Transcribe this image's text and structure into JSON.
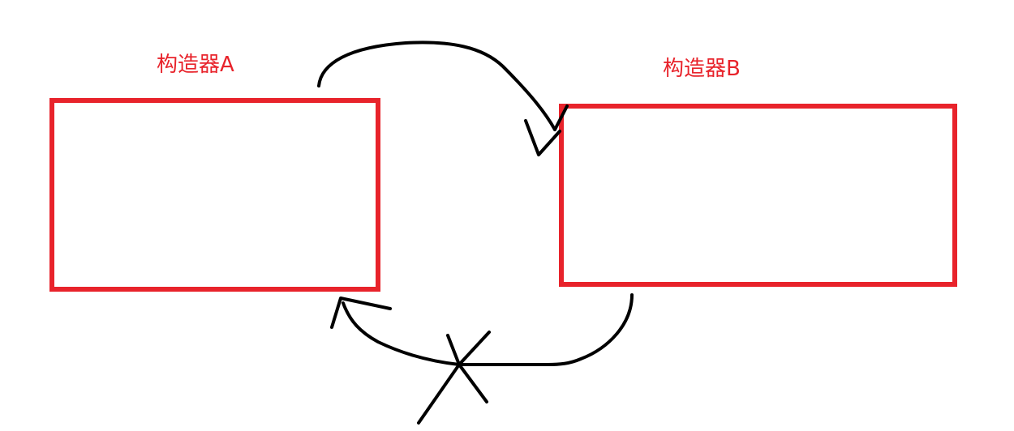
{
  "diagram": {
    "nodes": [
      {
        "id": "a",
        "label": "构造器A"
      },
      {
        "id": "b",
        "label": "构造器B"
      }
    ],
    "edges": [
      {
        "from": "a",
        "to": "b",
        "crossed_out": false
      },
      {
        "from": "b",
        "to": "a",
        "crossed_out": true
      }
    ]
  },
  "colors": {
    "box": "#e8232b",
    "label": "#e8232b",
    "stroke": "#000000"
  }
}
